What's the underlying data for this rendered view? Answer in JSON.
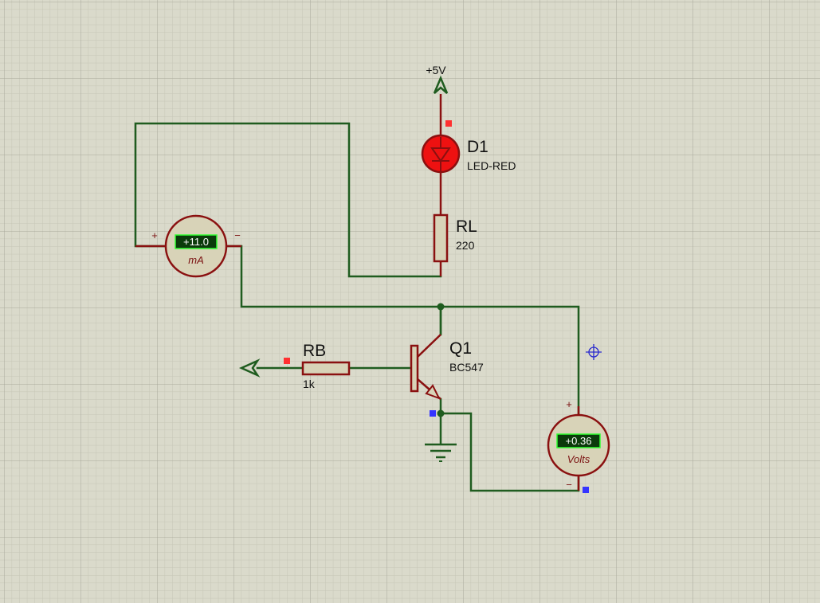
{
  "schematic": {
    "power": {
      "label": "+5V"
    },
    "diode": {
      "ref": "D1",
      "value": "LED-RED"
    },
    "load_resistor": {
      "ref": "RL",
      "value": "220"
    },
    "base_resistor": {
      "ref": "RB",
      "value": "1k"
    },
    "transistor": {
      "ref": "Q1",
      "value": "BC547"
    },
    "ammeter": {
      "reading": "+11.0",
      "unit": "mA",
      "plus": "+",
      "minus": "−"
    },
    "voltmeter": {
      "reading": "+0.36",
      "unit": "Volts",
      "plus": "+",
      "minus": "−"
    }
  },
  "colors": {
    "background": "#dadacb",
    "grid_minor": "#c6c6b6",
    "grid_major": "#a9a99b",
    "wire": "#1f5c1f",
    "component": "#8a1010",
    "component_fill": "#d8d3b8",
    "led_fill": "#ee1111",
    "lcd_fill": "#0b3a0b",
    "lcd_border": "#31ff31",
    "pin_red": "#ff3030",
    "pin_blue": "#3535ff"
  }
}
